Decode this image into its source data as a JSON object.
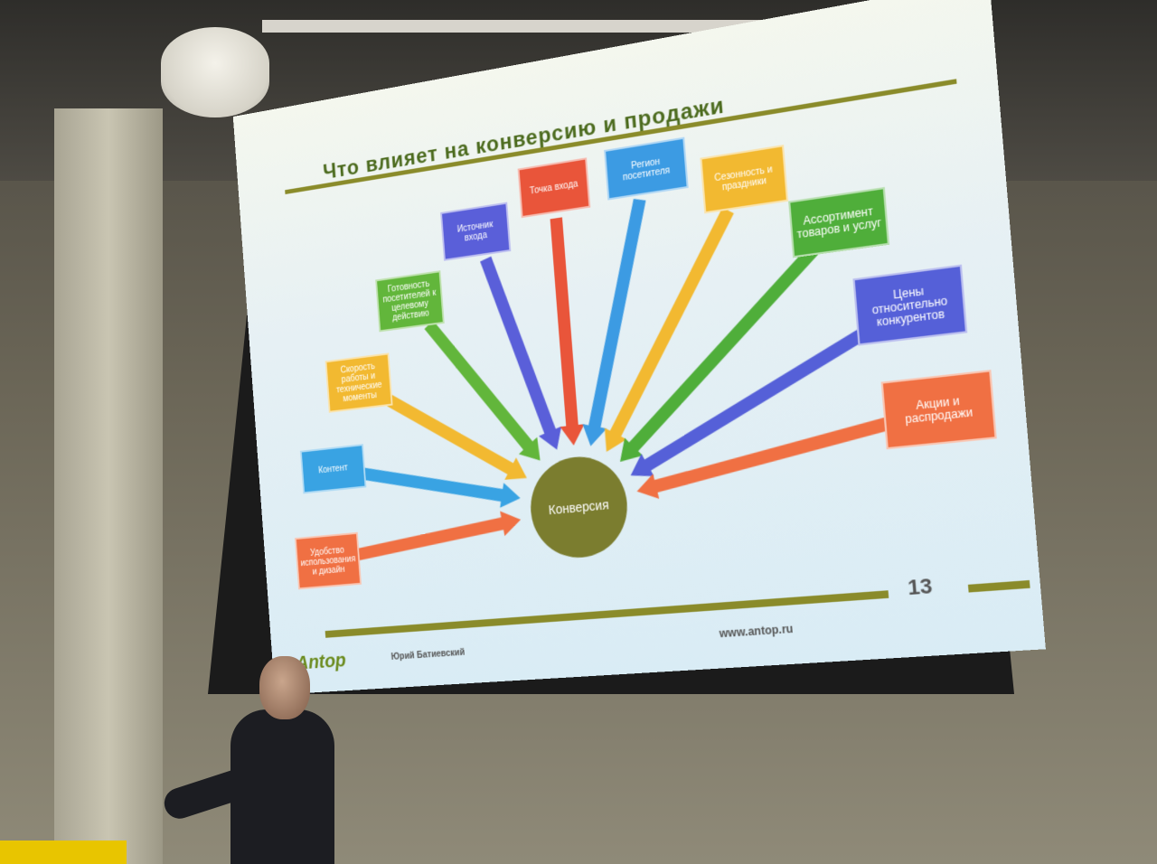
{
  "slide": {
    "title": "Что влияет на конверсию и продажи",
    "core": "Конверсия",
    "factors": [
      {
        "label": "Удобство использования и дизайн",
        "color": "#f07043"
      },
      {
        "label": "Контент",
        "color": "#39a3e3"
      },
      {
        "label": "Скорость работы и технические моменты",
        "color": "#f2b931"
      },
      {
        "label": "Готовность посетителей к целевому действию",
        "color": "#62b63b"
      },
      {
        "label": "Источник входа",
        "color": "#5a5fd9"
      },
      {
        "label": "Точка входа",
        "color": "#e9553a"
      },
      {
        "label": "Регион посетителя",
        "color": "#3c9be3"
      },
      {
        "label": "Сезонность и праздники",
        "color": "#f2b931"
      },
      {
        "label": "Ассортимент товаров и услуг",
        "color": "#4fae3a"
      },
      {
        "label": "Цены относительно конкурентов",
        "color": "#5560d8"
      },
      {
        "label": "Акции и распродажи",
        "color": "#f07043"
      }
    ],
    "page_number": "13",
    "logo": "Antop",
    "author": "Юрий Батиевский",
    "site": "www.antop.ru"
  }
}
